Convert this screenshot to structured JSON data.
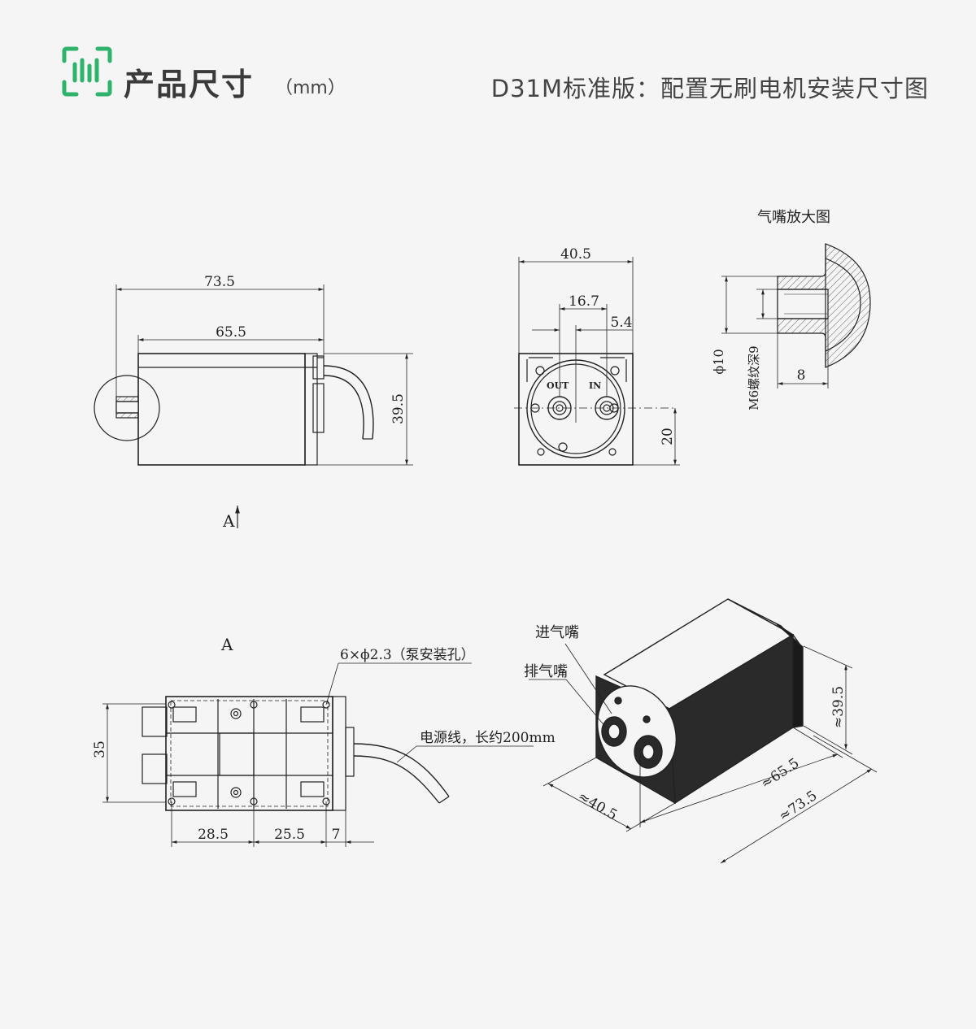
{
  "header": {
    "title": "产品尺寸",
    "unit": "（mm）",
    "subtitle": "D31M标准版：配置无刷电机安装尺寸图",
    "icon": "measure-icon",
    "accent_color": "#2eb36a"
  },
  "side_view": {
    "dim_overall": "73.5",
    "dim_body": "65.5",
    "dim_height": "39.5",
    "view_marker": "A"
  },
  "front_view": {
    "dim_width": "40.5",
    "dim_port_spacing": "16.7",
    "dim_port_offset": "5.4",
    "dim_port_height": "20",
    "port_out": "OUT",
    "port_in": "IN"
  },
  "nozzle_detail": {
    "title": "气嘴放大图",
    "dim_diameter": "ϕ10",
    "dim_thread": "M6螺纹深9",
    "dim_length": "8"
  },
  "bottom_view": {
    "title": "A",
    "holes_label": "6×ϕ2.3（泵安装孔）",
    "cable_label": "电源线，长约200mm",
    "dim_height": "35",
    "dim_a": "28.5",
    "dim_b": "25.5",
    "dim_c": "7"
  },
  "iso_view": {
    "inlet_label": "进气嘴",
    "outlet_label": "排气嘴",
    "dim_height": "≈39.5",
    "dim_body": "≈65.5",
    "dim_overall": "≈73.5",
    "dim_width": "≈40.5"
  }
}
